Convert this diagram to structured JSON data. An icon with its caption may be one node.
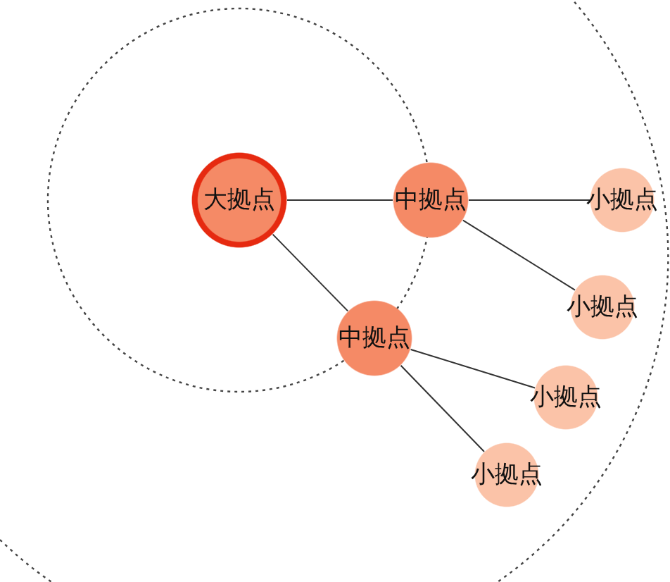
{
  "diagram": {
    "nodes": [
      {
        "text": [
          "大拠点"
        ]
      },
      {
        "text": [
          "中拠点"
        ]
      },
      {
        "text": [
          "小拠点"
        ]
      },
      {
        "text": [
          "中拠点"
        ]
      },
      {
        "text": [
          "小拠点"
        ]
      },
      {
        "text": [
          "小拠点"
        ]
      },
      {
        "text": [
          "小拠点"
        ]
      }
    ],
    "edges": [
      {
        "from": 0,
        "to": 1,
        "arrow": "none"
      },
      {
        "from": 1,
        "to": 2,
        "arrow": "none"
      },
      {
        "from": 0,
        "to": 3,
        "arrow": "none"
      },
      {
        "from": 1,
        "to": 4,
        "arrow": "none"
      },
      {
        "from": 3,
        "to": 5,
        "arrow": "none"
      },
      {
        "from": 3,
        "to": 6,
        "arrow": "none"
      }
    ]
  }
}
